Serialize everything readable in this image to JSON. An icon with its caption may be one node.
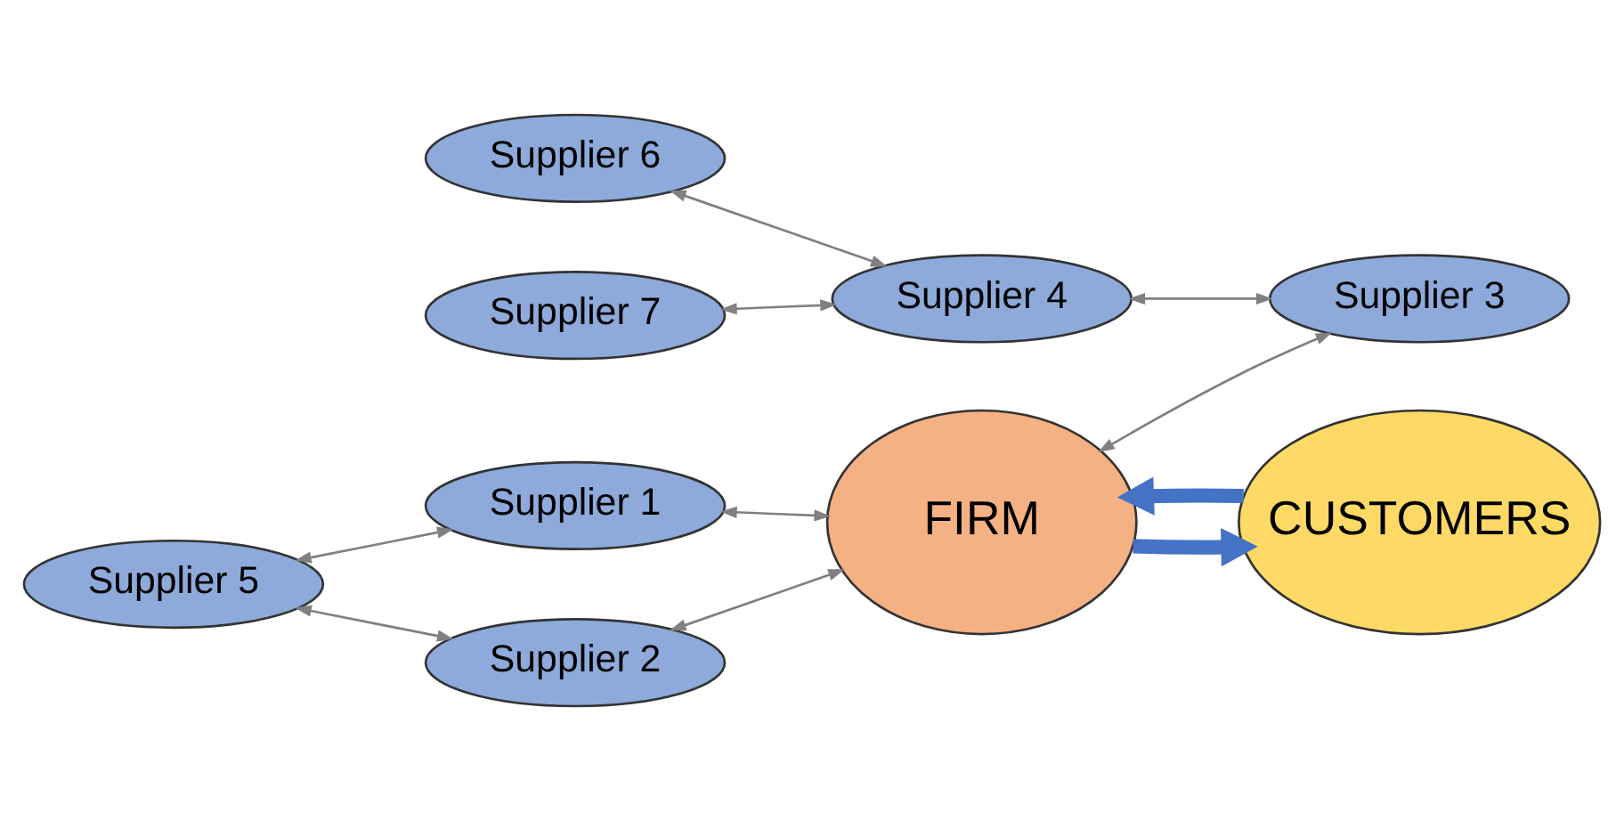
{
  "diagram": {
    "nodes": [
      {
        "text": [
          "Supplier 1"
        ]
      },
      {
        "text": [
          "Supplier 5"
        ]
      },
      {
        "text": [
          "Supplier 2"
        ]
      },
      {
        "text": [
          "FIRM"
        ]
      },
      {
        "text": [
          "CUSTOMERS"
        ]
      },
      {
        "text": [
          "Supplier 6"
        ]
      },
      {
        "text": [
          "Supplier 3"
        ]
      },
      {
        "text": [
          "Supplier 4"
        ]
      },
      {
        "text": [
          "Supplier 7"
        ]
      }
    ],
    "edges": [
      {
        "from": 1,
        "to": 0,
        "arrow": "both"
      },
      {
        "from": 0,
        "to": 3,
        "arrow": "both"
      },
      {
        "from": 1,
        "to": 2,
        "arrow": "both"
      },
      {
        "from": 2,
        "to": 3,
        "arrow": "both"
      },
      {
        "from": 3,
        "to": 6,
        "arrow": "both"
      },
      {
        "from": 5,
        "to": 7,
        "arrow": "both"
      },
      {
        "from": 7,
        "to": 6,
        "arrow": "both"
      },
      {
        "from": 8,
        "to": 7,
        "arrow": "both"
      },
      {
        "from": 4,
        "to": 3,
        "arrow": "to",
        "style": "thick",
        "color": "#4472c4"
      },
      {
        "from": 3,
        "to": 4,
        "arrow": "to",
        "style": "thick",
        "color": "#4472c4"
      }
    ]
  }
}
